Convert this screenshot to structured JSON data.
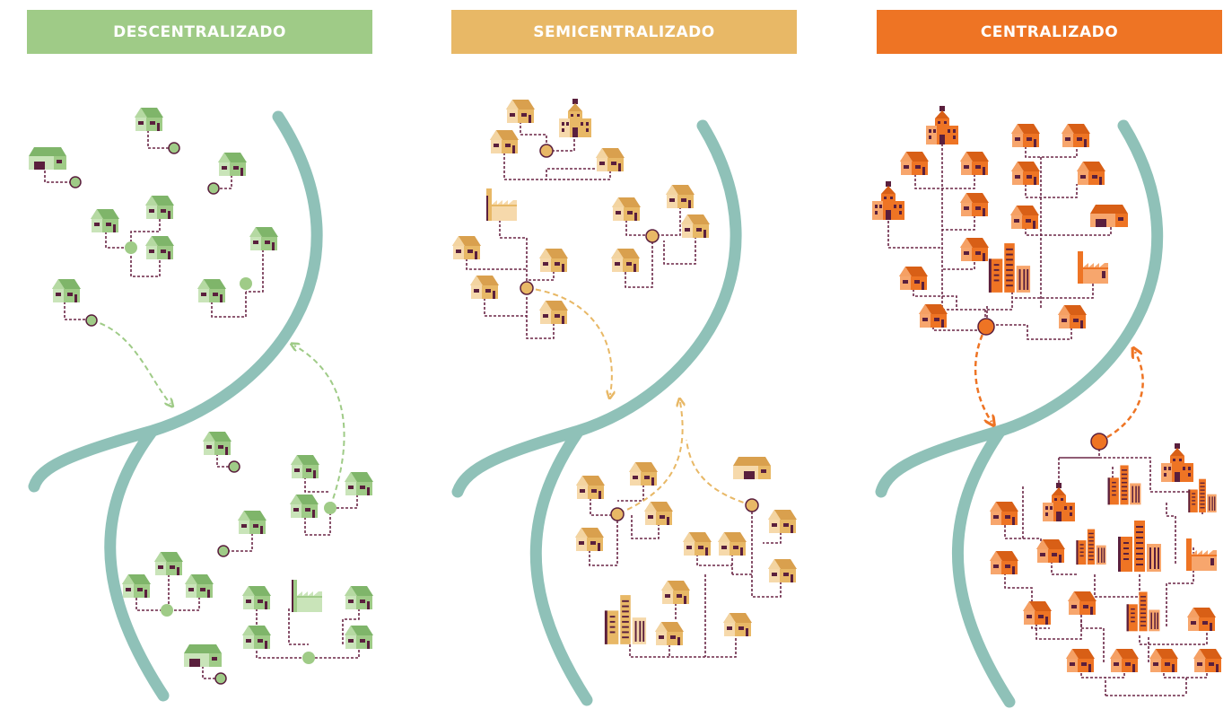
{
  "colors": {
    "river": "#8fc1b8",
    "network_line": "#6b2747",
    "decentralized": "#9fcb87",
    "semicentralized": "#e8b866",
    "centralized": "#ee7424"
  },
  "panels": [
    {
      "id": "decentralized",
      "title": "DESCENTRALIZADO"
    },
    {
      "id": "semicentralized",
      "title": "SEMICENTRALIZADO"
    },
    {
      "id": "centralized",
      "title": "CENTRALIZADO"
    }
  ],
  "icons": {
    "house": "house-icon",
    "wide_house": "warehouse-icon",
    "factory": "factory-icon",
    "civic": "civic-building-icon",
    "tower": "tower-building-icon",
    "node": "treatment-node-icon"
  }
}
